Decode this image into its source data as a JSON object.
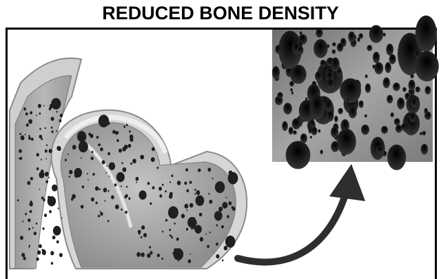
{
  "title": "REDUCED BONE DENSITY",
  "colors": {
    "border": "#000000",
    "bone_outer": "#d9d9d9",
    "bone_cortex": "#bdbdbd",
    "bone_interior": "#a9a9a9",
    "pore": "#1f1f1f",
    "zoom_texture": "#8e8e8e",
    "arrow": "#333333"
  },
  "icons": [
    "hip-bone-cross-section",
    "magnified-porous-texture",
    "curved-arrow-icon"
  ]
}
